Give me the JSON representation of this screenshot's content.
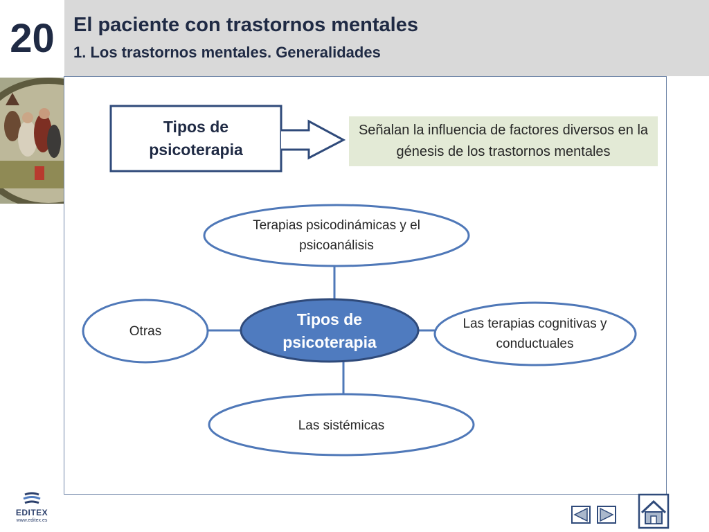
{
  "header": {
    "chapter_number": "20",
    "title": "El paciente con trastornos mentales",
    "subtitle": "1. Los trastornos mentales. Generalidades"
  },
  "top_row": {
    "box_label": "Tipos de\npsicoterapia",
    "note": "Señalan la influencia de factores diversos en la génesis de los trastornos mentales"
  },
  "diagram": {
    "center": "Tipos de psicoterapia",
    "top": "Terapias psicodinámicas y el psicoanálisis",
    "left": "Otras",
    "right": "Las terapias cognitivas y conductuales",
    "bottom": "Las sistémicas"
  },
  "brand": {
    "name": "EDITEX",
    "url": "www.editex.es"
  },
  "nav": {
    "prev_icon": "triangle-left-icon",
    "next_icon": "triangle-right-icon",
    "home_icon": "home-icon"
  },
  "colors": {
    "header_band": "#d9d9d9",
    "title_text": "#1f2a44",
    "ellipse_stroke": "#4f78b8",
    "center_fill": "#4f7bbf",
    "note_fill": "#e3ead6"
  }
}
